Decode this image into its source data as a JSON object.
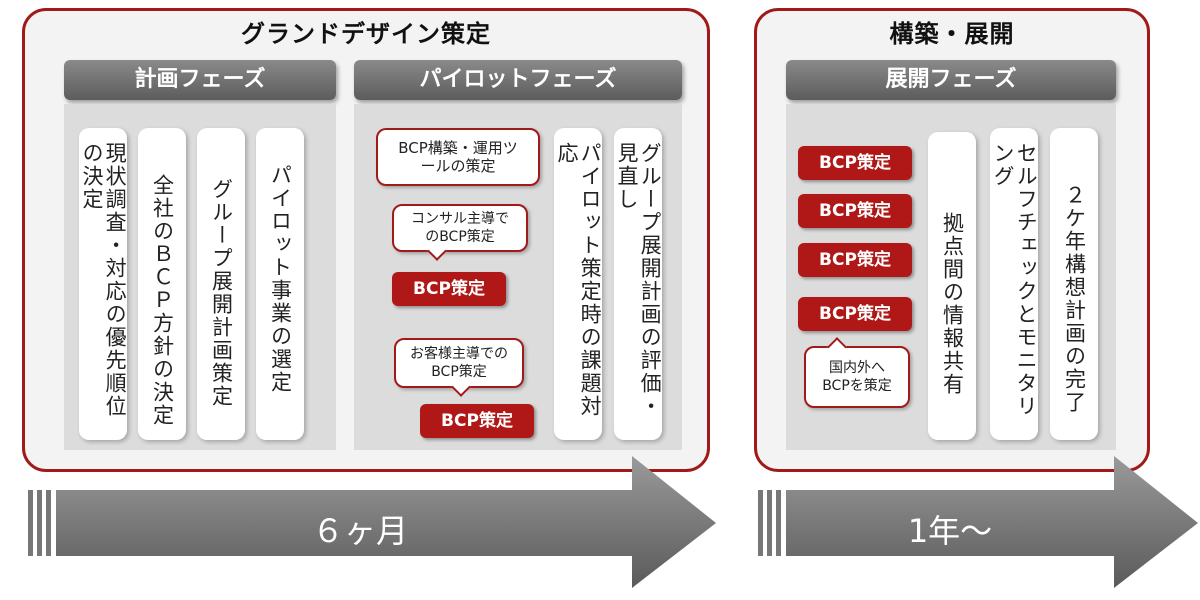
{
  "left_section": {
    "title": "グランドデザイン策定",
    "planning_phase": {
      "label": "計画フェーズ",
      "items": [
        "現状調査・対応の優先順位の決定",
        "全社のＢＣＰ方針の決定",
        "グループ展開計画策定",
        "パイロット事業の選定"
      ]
    },
    "pilot_phase": {
      "label": "パイロットフェーズ",
      "tool_callout": "BCP構築・運用ツールの策定",
      "consultant_callout": "コンサル主導でのBCP策定",
      "consultant_bcp": "BCP策定",
      "customer_callout": "お客様主導でのBCP策定",
      "customer_bcp": "BCP策定",
      "items": [
        "パイロット策定時の課題対応",
        "グループ展開計画の評価・見直し"
      ]
    },
    "arrow_label": "６ヶ月"
  },
  "right_section": {
    "title": "構築・展開",
    "deploy_phase": {
      "label": "展開フェーズ",
      "bcp_buttons": [
        "BCP策定",
        "BCP策定",
        "BCP策定",
        "BCP策定"
      ],
      "callout": "国内外へBCPを策定",
      "items": [
        "拠点間の情報共有",
        "セルフチェックとモニタリング",
        "２ケ年構想計画の完了"
      ]
    },
    "arrow_label": "1年～"
  },
  "colors": {
    "accent_red": "#b01818",
    "border_red": "#a11a1a",
    "phase_gray": "#6f6f6f",
    "arrow_gray": "#808080"
  }
}
